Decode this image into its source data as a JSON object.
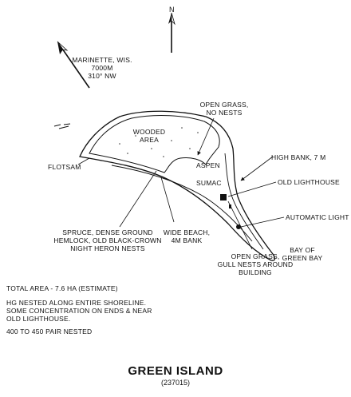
{
  "north": "N",
  "direction": {
    "line1": "MARINETTE, WIS.",
    "line2": "7000m",
    "line3": "310° NW"
  },
  "labels": {
    "open_grass_no_nests": [
      "OPEN GRASS,",
      "NO NESTS"
    ],
    "wooded_area": [
      "WOODED",
      "AREA"
    ],
    "flotsam": "FLOTSAM",
    "high_bank": "HIGH BANK, 7 m",
    "aspen": "ASPEN",
    "sumac": "SUMAC",
    "old_lighthouse": "OLD LIGHTHOUSE",
    "automatic_light": "AUTOMATIC LIGHT",
    "spruce": [
      "SPRUCE, DENSE GROUND",
      "HEMLOCK, OLD BLACK-CROWN",
      "NIGHT HERON NESTS"
    ],
    "wide_beach": [
      "WIDE BEACH,",
      "4m BANK"
    ],
    "bay": [
      "BAY OF",
      "GREEN BAY"
    ],
    "open_grass_gull": [
      "OPEN GRASS,",
      "GULL NESTS AROUND",
      "BUILDING"
    ]
  },
  "notes": {
    "total_area": "TOTAL AREA - 7.6 ha (ESTIMATE)",
    "hg_nested": [
      "HG NESTED ALONG ENTIRE SHORELINE.",
      "SOME CONCENTRATION ON ENDS & NEAR",
      "OLD LIGHTHOUSE."
    ],
    "pairs": "400 TO 450 PAIR NESTED"
  },
  "title": "GREEN ISLAND",
  "subtitle": "(237015)"
}
